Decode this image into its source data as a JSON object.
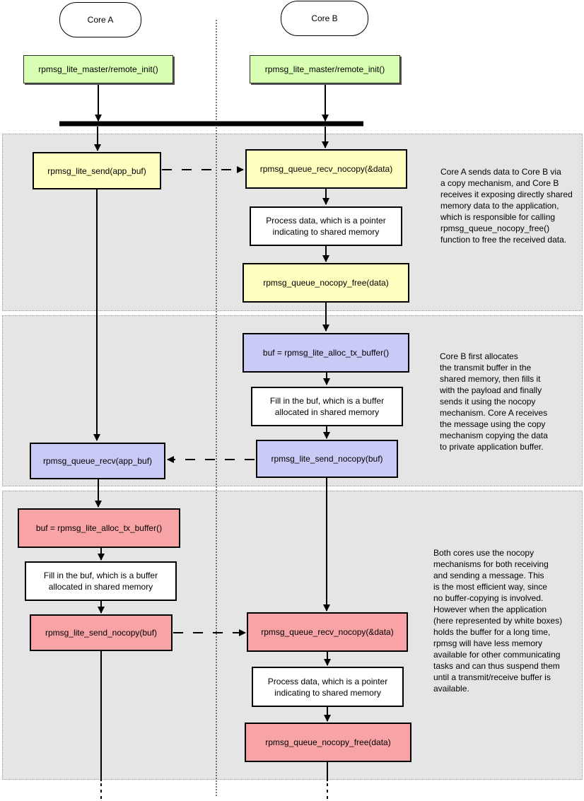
{
  "cores": {
    "a": "Core A",
    "b": "Core B"
  },
  "init": {
    "a": "rpmsg_lite_master/remote_init()",
    "b": "rpmsg_lite_master/remote_init()"
  },
  "section1": {
    "a_send": "rpmsg_lite_send(app_buf)",
    "b_recv": "rpmsg_queue_recv_nocopy(&data)",
    "b_process": "Process data, which is a pointer\nindicating to shared memory",
    "b_free": "rpmsg_queue_nocopy_free(data)",
    "note": "Core A sends data to Core B via\na copy mechanism, and Core B\nreceives it exposing directly shared\nmemory data to the application,\nwhich is responsible for calling\nrpmsg_queue_nocopy_free()\nfunction to free the received data."
  },
  "section2": {
    "b_alloc": "buf = rpmsg_lite_alloc_tx_buffer()",
    "b_fill": "Fill in the buf, which is a buffer\nallocated in shared memory",
    "b_send": "rpmsg_lite_send_nocopy(buf)",
    "a_recv": "rpmsg_queue_recv(app_buf)",
    "note": "Core B first allocates\nthe transmit buffer in the\nshared memory, then fills it\nwith the payload and finally\nsends it using the nocopy\nmechanism. Core A receives\nthe message using the copy\nmechanism copying the data\nto private application buffer."
  },
  "section3": {
    "a_alloc": "buf = rpmsg_lite_alloc_tx_buffer()",
    "a_fill": "Fill in the buf, which is a buffer\nallocated in shared memory",
    "a_send": "rpmsg_lite_send_nocopy(buf)",
    "b_recv": "rpmsg_queue_recv_nocopy(&data)",
    "b_process": "Process data, which is a pointer\nindicating to shared memory",
    "b_free": "rpmsg_queue_nocopy_free(data)",
    "note": "Both cores use the nocopy\nmechanisms for both receiving\nand sending a message. This\nis the most efficient way, since\nno buffer-copying is involved.\nHowever when the application\n(here represented by white boxes)\nholds the buffer for a long time,\nrpmsg will have less memory\navailable for other communicating\ntasks and can thus suspend them\nuntil a transmit/receive buffer is\navailable."
  },
  "colors": {
    "green": "#d9ffb3",
    "yellow": "#ffffbf",
    "blue": "#cacaf7",
    "red": "#f8a4a6",
    "lane": "#e5e5e5"
  }
}
